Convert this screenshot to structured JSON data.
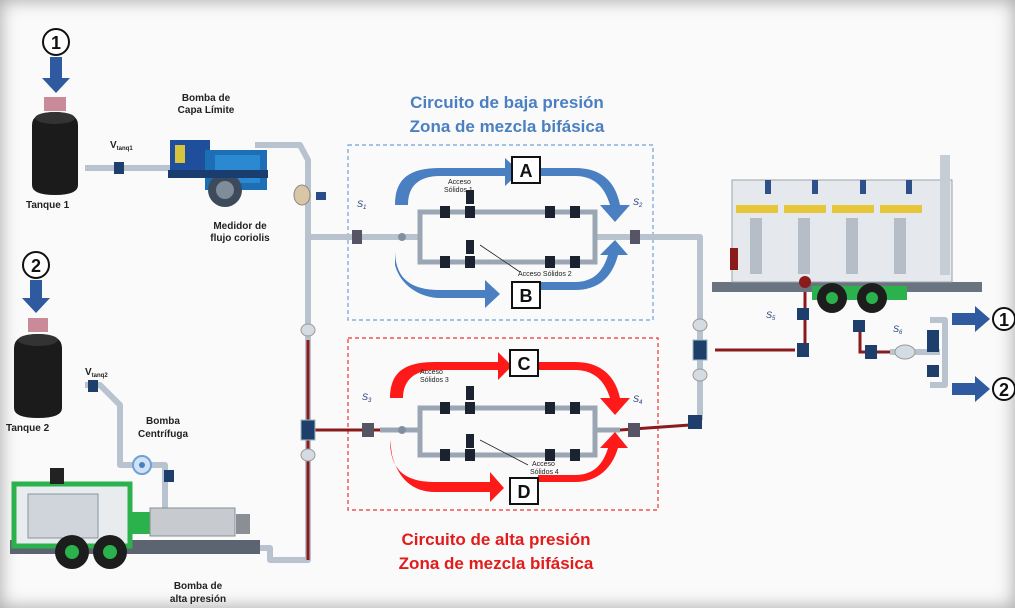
{
  "inlets": [
    {
      "number": "1",
      "tank_label": "Tanque 1",
      "valve_label": "V",
      "valve_sub": "tanq1"
    },
    {
      "number": "2",
      "tank_label": "Tanque 2",
      "valve_label": "V",
      "valve_sub": "tanq2"
    }
  ],
  "equipment": {
    "pump_boundary_line1": "Bomba de",
    "pump_boundary_line2": "Capa Límite",
    "coriolis_line1": "Medidor de",
    "coriolis_line2": "flujo coriolis",
    "centrifugal_line1": "Bomba",
    "centrifugal_line2": "Centrífuga",
    "high_pump_line1": "Bomba de",
    "high_pump_line2": "alta presión"
  },
  "low_circuit": {
    "title_line1": "Circuito de baja presión",
    "title_line2": "Zona de mezcla bifásica",
    "box_a": "A",
    "box_b": "B",
    "access1_line1": "Acceso",
    "access1_line2": "Sólidos 1",
    "access2": "Acceso Sólidos 2",
    "sensor_in": "S",
    "sensor_in_sub": "1",
    "sensor_out": "S",
    "sensor_out_sub": "2"
  },
  "high_circuit": {
    "title_line1": "Circuito de alta presión",
    "title_line2": "Zona de mezcla bifásica",
    "box_c": "C",
    "box_d": "D",
    "access3_line1": "Acceso",
    "access3_line2": "Sólidos 3",
    "access4_line1": "Acceso",
    "access4_line2": "Sólidos 4",
    "sensor_in": "S",
    "sensor_in_sub": "3",
    "sensor_out": "S",
    "sensor_out_sub": "4"
  },
  "outlet": {
    "sensor_5": "S",
    "sensor_5_sub": "5",
    "sensor_6": "S",
    "sensor_6_sub": "6",
    "out_1": "1",
    "out_2": "2"
  },
  "colors": {
    "blue_accent": "#4a7fc1",
    "red_accent": "#e21b1b",
    "pipe": "#b8c3cf",
    "red_pipe": "#8b1a1a",
    "green_trailer": "#2bb24c"
  }
}
